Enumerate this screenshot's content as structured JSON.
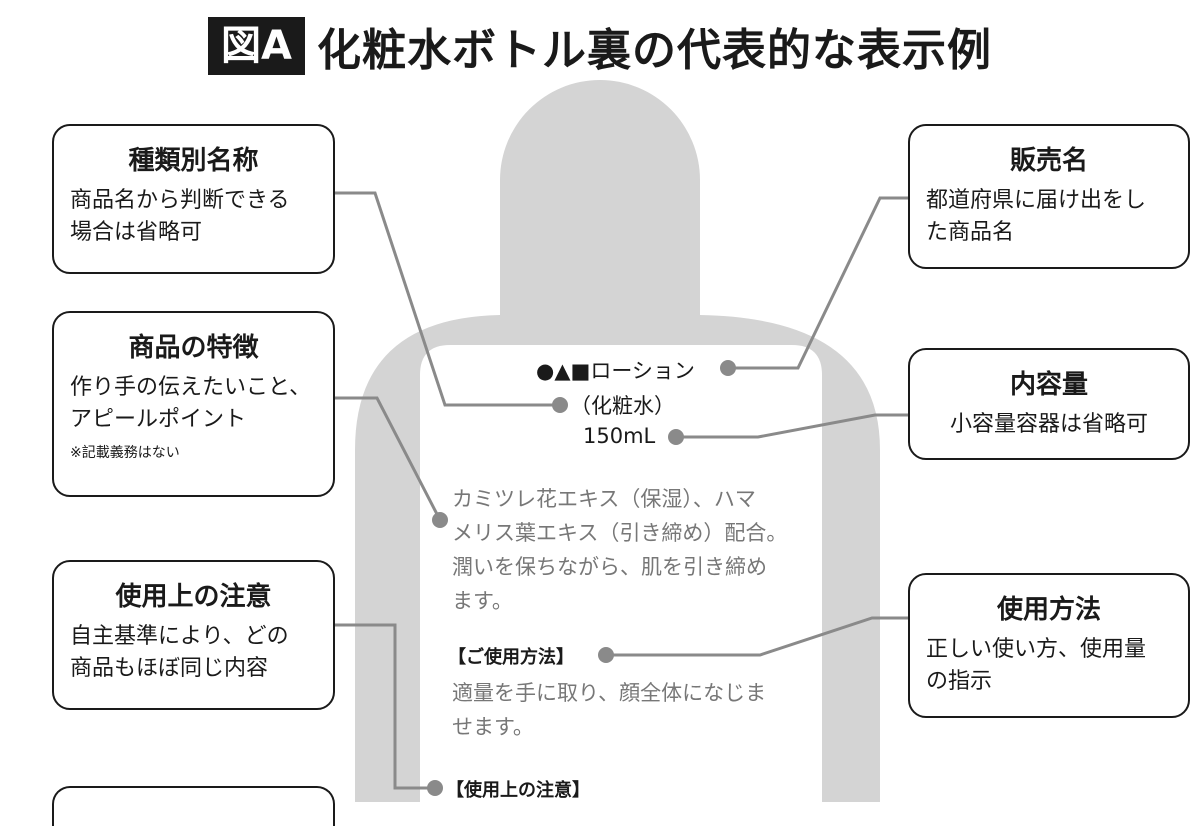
{
  "title": {
    "badge": "図A",
    "text": "化粧水ボトル裏の代表的な表示例"
  },
  "boxes": {
    "type_name": {
      "head": "種類別名称",
      "body": [
        "商品名から判断できる",
        "場合は省略可"
      ]
    },
    "features": {
      "head": "商品の特徴",
      "body": [
        "作り手の伝えたいこと、",
        "アピールポイント"
      ],
      "note": "※記載義務はない"
    },
    "caution": {
      "head": "使用上の注意",
      "body": [
        "自主基準により、どの",
        "商品もほぼ同じ内容"
      ]
    },
    "sales_name": {
      "head": "販売名",
      "body": [
        "都道府県に届け出をし",
        "た商品名"
      ]
    },
    "volume": {
      "head": "内容量",
      "body": [
        "小容量容器は省略可"
      ]
    },
    "usage": {
      "head": "使用方法",
      "body": [
        "正しい使い方、使用量",
        "の指示"
      ]
    }
  },
  "label": {
    "product": "●▲■ローション",
    "category": "（化粧水）",
    "volume": "150mL",
    "description": [
      "カミツレ花エキス（保湿）、ハマ",
      "メリス葉エキス（引き締め）配合。",
      "潤いを保ちながら、肌を引き締め",
      "ます。"
    ],
    "usage_heading": "【ご使用方法】",
    "usage_text": [
      "適量を手に取り、顔全体になじま",
      "せます。"
    ],
    "caution_heading": "【使用上の注意】"
  },
  "colors": {
    "bottle": "#d4d4d4",
    "connector": "#8a8a8a",
    "text": "#1a1a1a",
    "muted": "#777777"
  }
}
